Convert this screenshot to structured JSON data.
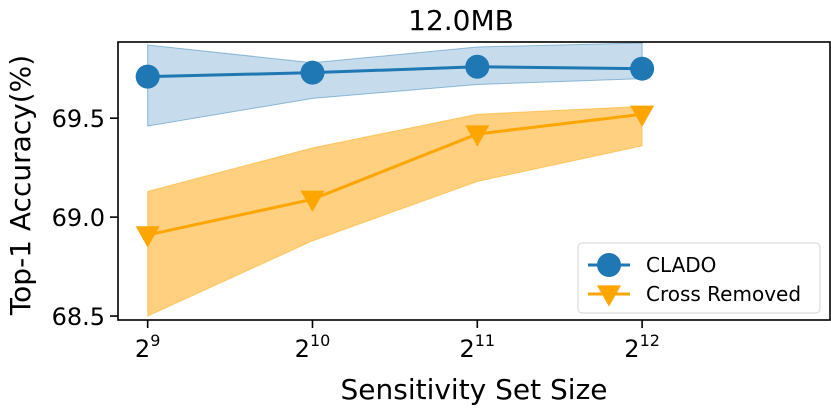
{
  "chart_data": {
    "type": "line",
    "title": "12.0MB",
    "xlabel": "Sensitivity Set Size",
    "ylabel": "Top-1 Accuracy(%)",
    "x": [
      9,
      10,
      11,
      12
    ],
    "x_tick_labels": [
      {
        "base": "2",
        "exp": "9"
      },
      {
        "base": "2",
        "exp": "10"
      },
      {
        "base": "2",
        "exp": "11"
      },
      {
        "base": "2",
        "exp": "12"
      }
    ],
    "xlim": [
      8.82,
      13.14
    ],
    "ylim": [
      68.48,
      69.885
    ],
    "y_ticks": [
      68.5,
      69.0,
      69.5
    ],
    "y_tick_labels": [
      "68.5",
      "69.0",
      "69.5"
    ],
    "grid": false,
    "legend_position": "lower-right",
    "series": [
      {
        "name": "CLADO",
        "color": "#1f77b4",
        "band_color": "#c6dbec",
        "marker": "circle",
        "values": [
          69.71,
          69.73,
          69.76,
          69.75
        ],
        "lower": [
          69.46,
          69.6,
          69.67,
          69.7
        ],
        "upper": [
          69.87,
          69.78,
          69.86,
          69.88
        ]
      },
      {
        "name": "Cross Removed",
        "color": "#ffa500",
        "band_color": "#ffd07f",
        "marker": "triangle-down",
        "values": [
          68.91,
          69.09,
          69.42,
          69.52
        ],
        "lower": [
          68.5,
          68.88,
          69.18,
          69.36
        ],
        "upper": [
          69.13,
          69.35,
          69.52,
          69.56
        ]
      }
    ]
  }
}
